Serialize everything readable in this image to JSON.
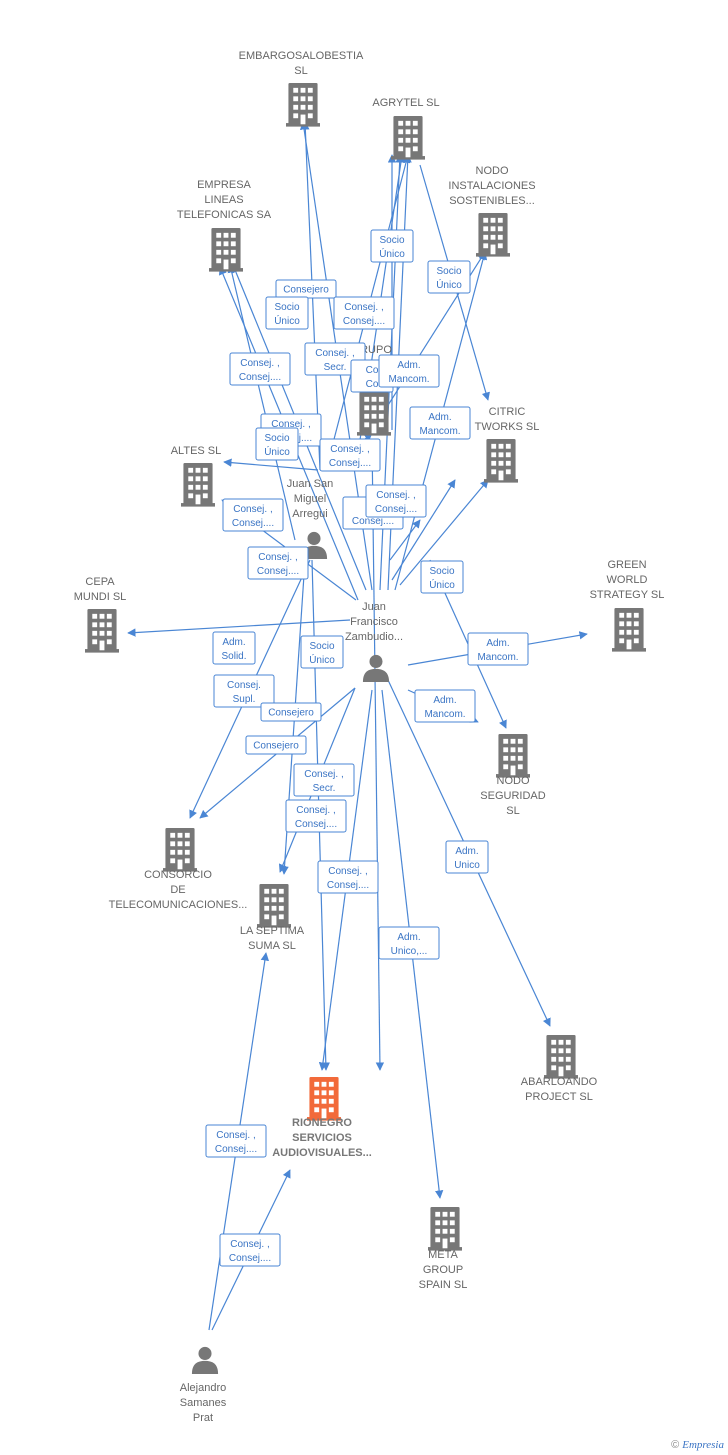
{
  "colors": {
    "edge": "#4a86d4",
    "company": "#777777",
    "highlight": "#f26a3a",
    "person": "#777777"
  },
  "nodes": [
    {
      "id": "embargo",
      "type": "company",
      "label": [
        "EMBARGOSALOBESTIA",
        "SL"
      ]
    },
    {
      "id": "agrytel",
      "type": "company",
      "label": [
        "AGRYTEL SL"
      ]
    },
    {
      "id": "nodo_inst",
      "type": "company",
      "label": [
        "NODO",
        "INSTALACIONES",
        "SOSTENIBLES..."
      ]
    },
    {
      "id": "empresa",
      "type": "company",
      "label": [
        "EMPRESA",
        "LINEAS",
        "TELEFONICAS SA"
      ]
    },
    {
      "id": "grupo",
      "type": "company",
      "label": [
        "RUPO",
        "ZAMB"
      ]
    },
    {
      "id": "citric",
      "type": "company",
      "label": [
        "CITRIC",
        "TWORKS  SL"
      ]
    },
    {
      "id": "altes",
      "type": "company",
      "label": [
        "ALTES SL"
      ]
    },
    {
      "id": "juansan",
      "type": "person",
      "label": [
        "Juan San",
        "Miguel",
        "Arregui"
      ]
    },
    {
      "id": "cepa",
      "type": "company",
      "label": [
        "CEPA",
        "MUNDI SL"
      ]
    },
    {
      "id": "green",
      "type": "company",
      "label": [
        "GREEN",
        "WORLD",
        "STRATEGY  SL"
      ]
    },
    {
      "id": "juanfran",
      "type": "person",
      "label": [
        "Juan",
        "Francisco",
        "Zambudio..."
      ]
    },
    {
      "id": "nodo_seg",
      "type": "company",
      "label": [
        "NODO",
        "SEGURIDAD",
        "SL"
      ]
    },
    {
      "id": "consorcio",
      "type": "company",
      "label": [
        "CONSORCIO",
        "DE",
        "TELECOMUNICACIONES..."
      ]
    },
    {
      "id": "septima",
      "type": "company",
      "label": [
        "LA SEPTIMA",
        "SUMA  SL"
      ]
    },
    {
      "id": "abarloando",
      "type": "company",
      "label": [
        "ABARLOANDO",
        "PROJECT SL"
      ]
    },
    {
      "id": "rionegro",
      "type": "company",
      "main": true,
      "label": [
        "RIONEGRO",
        "SERVICIOS",
        "AUDIOVISUALES..."
      ]
    },
    {
      "id": "meta",
      "type": "company",
      "label": [
        "META",
        "GROUP",
        "SPAIN SL"
      ]
    },
    {
      "id": "alejandro",
      "type": "person",
      "label": [
        "Alejandro",
        "Samanes",
        "Prat"
      ]
    }
  ],
  "badges": [
    [
      "Socio",
      "Único"
    ],
    [
      "Socio",
      "Único"
    ],
    [
      "Consejero"
    ],
    [
      "Socio",
      "Único"
    ],
    [
      "Consej. ,",
      "Consej...."
    ],
    [
      "Consej. ,",
      "Secr."
    ],
    [
      "Consej. ,",
      "Consej...."
    ],
    [
      "Co",
      "Co"
    ],
    [
      "Adm.",
      "Mancom."
    ],
    [
      "Adm.",
      "Mancom."
    ],
    [
      "Consej. ,",
      "Consej...."
    ],
    [
      "Socio",
      "Único"
    ],
    [
      "Consej. ,",
      "Consej...."
    ],
    [
      "Consej. ,",
      "Consej...."
    ],
    [
      "Co",
      "Consej...."
    ],
    [
      "Consej. ,",
      "Consej...."
    ],
    [
      "Consej. ,",
      "Consej...."
    ],
    [
      "Socio",
      "Único"
    ],
    [
      "Adm.",
      "Solid."
    ],
    [
      "Socio",
      "Único"
    ],
    [
      "Adm.",
      "Mancom."
    ],
    [
      "Consej.",
      "Supl."
    ],
    [
      "Consejero"
    ],
    [
      "Adm.",
      "Mancom."
    ],
    [
      "Consejero"
    ],
    [
      "Consej. ,",
      "Secr."
    ],
    [
      "Consej. ,",
      "Consej...."
    ],
    [
      "Adm.",
      "Unico"
    ],
    [
      "Consej. ,",
      "Consej...."
    ],
    [
      "Adm.",
      "Unico,..."
    ],
    [
      "Consej. ,",
      "Consej...."
    ],
    [
      "Consej. ,",
      "Consej...."
    ]
  ],
  "footer": {
    "copyright": "©",
    "brand": "Empresia"
  }
}
